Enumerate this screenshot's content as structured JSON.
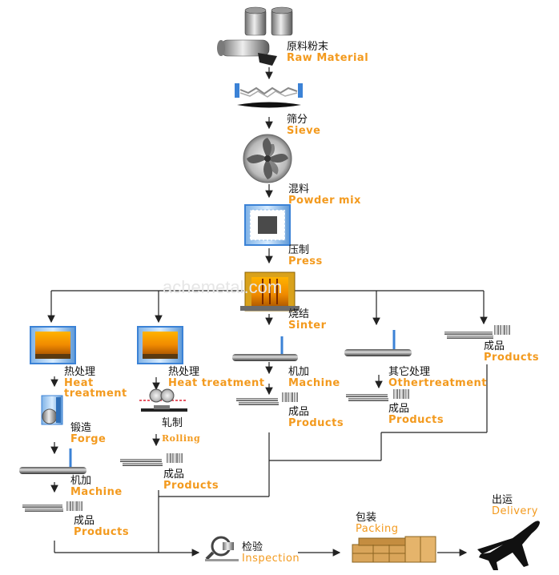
{
  "watermark": "achemetal.com",
  "steps": {
    "raw_material": {
      "cn": "原料粉末",
      "en": "Raw Material"
    },
    "sieve": {
      "cn": "筛分",
      "en": "Sieve"
    },
    "powder_mix": {
      "cn": "混料",
      "en": "Powder mix"
    },
    "press": {
      "cn": "压制",
      "en": "Press"
    },
    "sinter": {
      "cn": "烧结",
      "en": "Sinter"
    },
    "heat_treatment_1": {
      "cn": "热处理",
      "en": "Heat treatment"
    },
    "heat_treatment_2": {
      "cn": "热处理",
      "en": "Heat treatment"
    },
    "forge": {
      "cn": "锻造",
      "en": "Forge"
    },
    "rolling": {
      "cn": "轧制",
      "en": "Rolling"
    },
    "machine_1": {
      "cn": "机加",
      "en": "Machine"
    },
    "machine_2": {
      "cn": "机加",
      "en": "Machine"
    },
    "other_treatment": {
      "cn": "其它处理",
      "en": "Othertreatment"
    },
    "products_1": {
      "cn": "成品",
      "en": "Products"
    },
    "products_2": {
      "cn": "成品",
      "en": "Products"
    },
    "products_3": {
      "cn": "成品",
      "en": "Products"
    },
    "products_4": {
      "cn": "成品",
      "en": "Products"
    },
    "products_5": {
      "cn": "成品",
      "en": "Products"
    },
    "inspection": {
      "cn": "检验",
      "en": "Inspection"
    },
    "packing": {
      "cn": "包装",
      "en": "Packing"
    },
    "delivery": {
      "cn": "出运",
      "en": "Delivery"
    }
  }
}
